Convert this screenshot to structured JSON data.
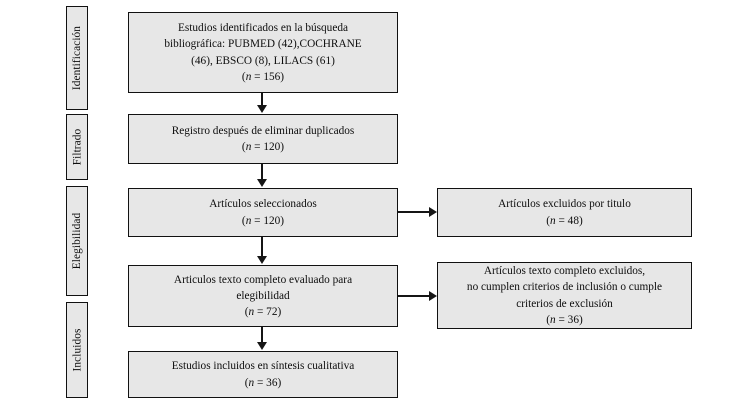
{
  "diagram": {
    "type": "prisma-flow-diagram",
    "language": "es",
    "colors": {
      "box_fill": "#e7e7e7",
      "box_border": "#111111",
      "text": "#0d0d0d",
      "connector": "#151515",
      "background": "#ffffff"
    }
  },
  "stages": [
    {
      "id": "identificacion",
      "label": "Identificación"
    },
    {
      "id": "filtrado",
      "label": "Filtrado"
    },
    {
      "id": "elegibilidad",
      "label": "Elegibilidad"
    },
    {
      "id": "incluidos",
      "label": "Incluidos"
    }
  ],
  "flow_boxes": [
    {
      "id": "identificados",
      "lines": [
        "Estudios identificados en la búsqueda",
        "bibliográfica: PUBMED (42),COCHRANE",
        "(46), EBSCO (8), LILACS (61)"
      ],
      "count_prefix": "(",
      "count_symbol": "n",
      "count_value": " = 156)",
      "n": 156
    },
    {
      "id": "duplicados-eliminados",
      "lines": [
        "Registro después de eliminar duplicados"
      ],
      "count_prefix": "(",
      "count_symbol": "n",
      "count_value": " = 120)",
      "n": 120
    },
    {
      "id": "articulos-seleccionados",
      "lines": [
        "Artículos seleccionados"
      ],
      "count_prefix": "(",
      "count_symbol": "n",
      "count_value": " = 120)",
      "n": 120
    },
    {
      "id": "texto-completo-evaluado",
      "lines": [
        "Articulos texto completo evaluado para",
        "elegibilidad"
      ],
      "count_prefix": "(",
      "count_symbol": "n",
      "count_value": " = 72)",
      "n": 72
    },
    {
      "id": "estudios-incluidos",
      "lines": [
        "Estudios incluidos en síntesis cualitativa"
      ],
      "count_prefix": "(",
      "count_symbol": "n",
      "count_value": " = 36)",
      "n": 36
    }
  ],
  "exclusion_boxes": [
    {
      "id": "excluidos-por-titulo",
      "lines": [
        "Artículos excluidos por titulo"
      ],
      "count_prefix": "(",
      "count_symbol": "n",
      "count_value": " = 48)",
      "n": 48
    },
    {
      "id": "excluidos-texto-completo",
      "lines": [
        "Artículos texto completo excluidos,",
        "no cumplen criterios de inclusión o cumple",
        "criterios de exclusión"
      ],
      "count_prefix": "(",
      "count_symbol": "n",
      "count_value": " = 36)",
      "n": 36
    }
  ]
}
